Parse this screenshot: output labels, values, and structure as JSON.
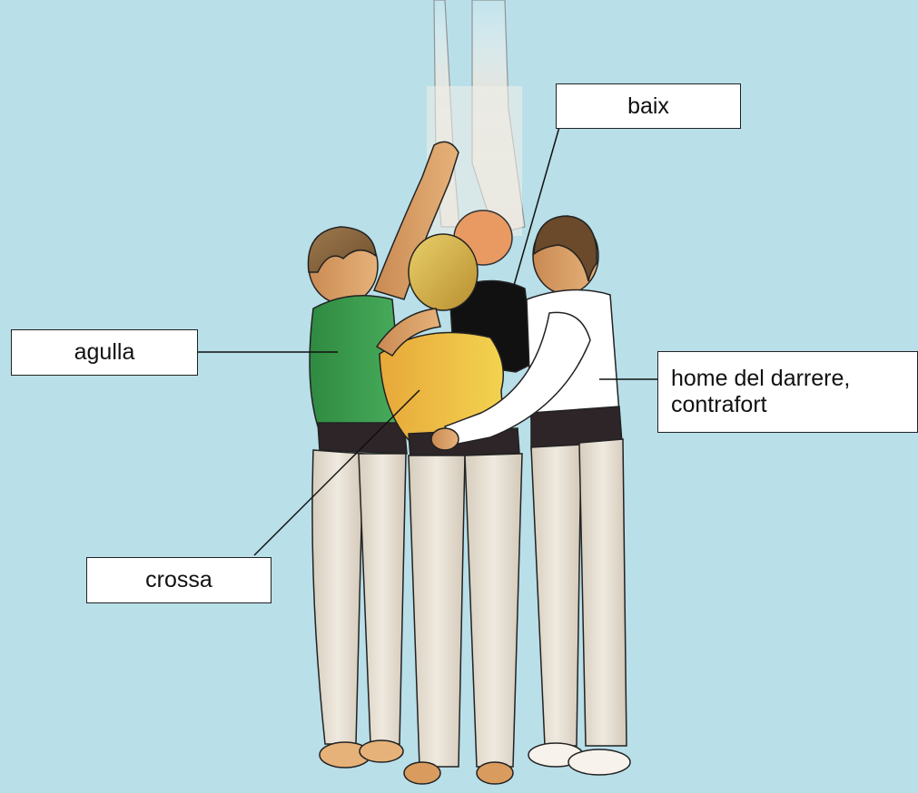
{
  "labels": {
    "baix": "baix",
    "agulla": "agulla",
    "contrafort": "home del darrere,\ncontrafort",
    "crossa": "crossa"
  },
  "colors": {
    "background": "#b9dfe9",
    "skin": "#d9a16a",
    "pants": "#e5ddd0",
    "sash": "#2e2528",
    "green_shirt": "#3a9a4b",
    "yellow_shirt": "#f0c24a",
    "black_shirt": "#111111",
    "white_shirt": "#ffffff"
  }
}
